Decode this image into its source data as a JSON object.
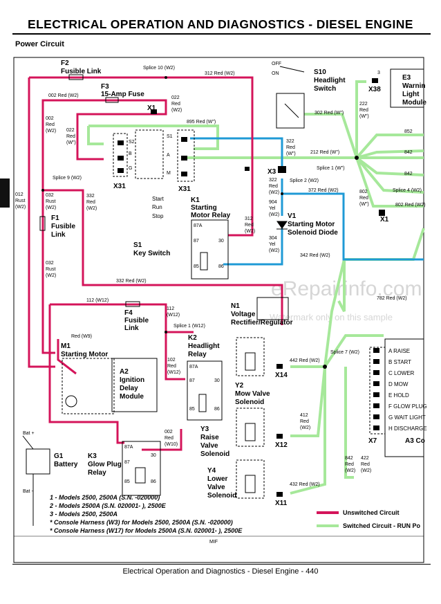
{
  "header": {
    "title": "ELECTRICAL   OPERATION AND DIAGNOSTICS - DIESEL ENGINE"
  },
  "section_title": "Power Circuit",
  "footer": {
    "text": "Electrical   Operation and Diagnostics - Diesel Engine  - 440"
  },
  "watermark": {
    "site": "eRepairinfo.com",
    "note": "Watermark only on this sample"
  },
  "colors": {
    "unswitched": "#d4145a",
    "switched": "#a6e89a",
    "blue": "#1f9ad6"
  },
  "components": {
    "f2": [
      "F2",
      "Fusible Link"
    ],
    "f3": [
      "F3",
      "15-Amp Fuse"
    ],
    "s10": [
      "S10",
      "Headlight",
      "Switch"
    ],
    "e3": [
      "E3",
      "Warnin",
      "Light",
      "Module"
    ],
    "x38": "X38",
    "x1a": "X1",
    "x1b": "X1",
    "x31a": "X31",
    "x31b": "X31",
    "x3": "X3",
    "k1": [
      "K1",
      "Starting",
      "Motor Relay"
    ],
    "s1": [
      "S1",
      "Key Switch"
    ],
    "s1_pos": [
      "Start",
      "Run",
      "Stop"
    ],
    "v1": [
      "V1",
      "Starting Motor",
      "Solenoid Diode"
    ],
    "f1": [
      "F1",
      "Fusible",
      "Link"
    ],
    "n1": [
      "N1",
      "Voltage",
      "Rectifier/Regulator"
    ],
    "f4": [
      "F4",
      "Fusible",
      "Link"
    ],
    "k2": [
      "K2",
      "Headlight",
      "Relay"
    ],
    "m1": [
      "M1",
      "Starting Motor"
    ],
    "a2": [
      "A2",
      "Ignition",
      "Delay",
      "Module"
    ],
    "y2": [
      "Y2",
      "Mow Valve",
      "Solenoid"
    ],
    "y3": [
      "Y3",
      "Raise",
      "Valve",
      "Solenoid"
    ],
    "y4": [
      "Y4",
      "Lower",
      "Valve",
      "Solenoid"
    ],
    "g1": [
      "G1",
      "Battery"
    ],
    "k3": [
      "K3",
      "Glow Plug",
      "Relay"
    ],
    "x14": "X14",
    "x12": "X12",
    "x11": "X11",
    "x7": "X7",
    "a3": "A3 Co",
    "bat_pos": "Bat +",
    "bat_neg": "Bat -"
  },
  "x7_pins": [
    "A RAISE",
    "B START",
    "C LOWER",
    "D MOW",
    "E HOLD",
    "F GLOW PLUG",
    "G WAIT LIGHT",
    "H DISCHARGE"
  ],
  "relay_pins": [
    "87A",
    "87",
    "30",
    "85",
    "86"
  ],
  "switch_pins": [
    "S2",
    "B",
    "G",
    "S1",
    "A",
    "M"
  ],
  "s10_pos": [
    "OFF",
    "ON"
  ],
  "wires": {
    "w312": "312 Red (W2)",
    "splice10": "Splice 10 (W2)",
    "w002a": "002 Red (W2)",
    "w022a": [
      "022",
      "Red",
      "(W2)"
    ],
    "w002b": [
      "002",
      "Red",
      "(W2)"
    ],
    "w022b": [
      "022",
      "Red",
      "(W\")"
    ],
    "w895": "895 Red (W\")",
    "w322a": [
      "322",
      "Red",
      "(W\")"
    ],
    "w302": "302 Red (W\")",
    "w212": "212 Red (W\")",
    "w222": [
      "222",
      "Red",
      "(W\")"
    ],
    "w852a": "852",
    "w842a": "842",
    "w842b": "842",
    "splice4": "Splice 4 (W2)",
    "splice1": "Splice 1 (W\")",
    "w802a": [
      "802",
      "Red",
      "(W\")"
    ],
    "w802b": "802 Red (W2)",
    "w3": "3",
    "splice9": "Splice 9 (W2)",
    "w012": [
      "012",
      "Rust",
      "(W2)"
    ],
    "w032a": [
      "032",
      "Rust",
      "(W2)"
    ],
    "w332a": [
      "332",
      "Red",
      "(W2)"
    ],
    "w322b": [
      "322",
      "Red",
      "(W2)"
    ],
    "splice2": "Splice 2 (W2)",
    "w372": "372 Red (W2)",
    "w904": [
      "904",
      "Yel",
      "(W2)"
    ],
    "w312b": [
      "312",
      "Red",
      "(W2)"
    ],
    "w304": [
      "304",
      "Yel",
      "(W2)"
    ],
    "w342": "342 Red (W2)",
    "w782": "782 Red (W2)",
    "w032b": [
      "032",
      "Rust",
      "(W2)"
    ],
    "w332b": "332 Red (W2)",
    "w112a": "112 (W12)",
    "w112b": [
      "112",
      "(W12)"
    ],
    "splice1b": "Splice 1 (W12)",
    "w102": [
      "102",
      "Red",
      "(W12)"
    ],
    "redw9": "Red (W9)",
    "splice7": "Splice 7 (W2)",
    "w442": "442 Red (W2)",
    "w412": [
      "412",
      "Red",
      "(W2)"
    ],
    "w842c": [
      "842",
      "Red",
      "(W2)"
    ],
    "w422": [
      "422",
      "Red",
      "(W2)"
    ],
    "w432": "432 Red (W2)",
    "w002c": [
      "002",
      "Red",
      "(W10)"
    ]
  },
  "notes": [
    "1 - Models 2500, 2500A (S.N. -020000)",
    "2 - Models 2500A (S.N. 020001- ), 2500E",
    "3 - Models 2500, 2500A",
    "* Console Harness (W3) for Models 2500, 2500A (S.N. -020000)",
    "* Console Harness (W17) for Models 2500A (S.N. 020001- ), 2500E"
  ],
  "legend": {
    "unswitched": "Unswitched Circuit",
    "switched": "Switched Circuit - RUN Po"
  },
  "mif": "MIF"
}
